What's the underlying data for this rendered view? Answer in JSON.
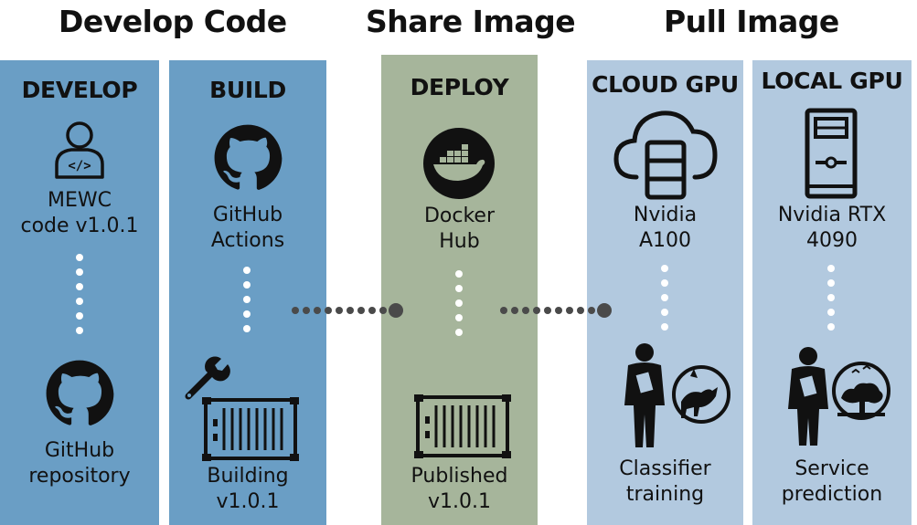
{
  "headers": {
    "develop_code": "Develop Code",
    "share_image": "Share Image",
    "pull_image": "Pull Image"
  },
  "columns": {
    "develop": {
      "title": "DEVELOP",
      "top_label_1": "MEWC",
      "top_label_2": "code v1.0.1",
      "bottom_label_1": "GitHub",
      "bottom_label_2": "repository"
    },
    "build": {
      "title": "BUILD",
      "top_label_1": "GitHub",
      "top_label_2": "Actions",
      "bottom_label_1": "Building",
      "bottom_label_2": "v1.0.1"
    },
    "deploy": {
      "title": "DEPLOY",
      "top_label_1": "Docker",
      "top_label_2": "Hub",
      "bottom_label_1": "Published",
      "bottom_label_2": "v1.0.1"
    },
    "cloud_gpu": {
      "title": "CLOUD GPU",
      "top_label_1": "Nvidia",
      "top_label_2": "A100",
      "bottom_label_1": "Classifier",
      "bottom_label_2": "training"
    },
    "local_gpu": {
      "title": "LOCAL GPU",
      "top_label_1": "Nvidia RTX",
      "top_label_2": "4090",
      "bottom_label_1": "Service",
      "bottom_label_2": "prediction"
    }
  },
  "colors": {
    "dark_blue": "#6a9ec5",
    "green": "#a6b59b",
    "light_blue": "#b2c9df",
    "connector": "#4a4a4a"
  },
  "icons": [
    "developer-code-icon",
    "github-icon",
    "docker-icon",
    "container-icon",
    "wrench-icon",
    "cloud-server-icon",
    "server-tower-icon",
    "person-wildlife-icon",
    "person-landscape-icon"
  ]
}
